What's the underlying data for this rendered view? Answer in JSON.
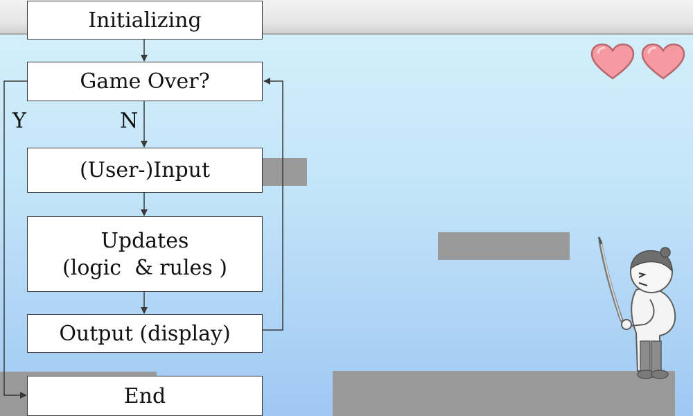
{
  "flowchart": {
    "init": "Initializing",
    "game_over": "Game Over?",
    "input": "(User-)Input",
    "updates_line1": "Updates",
    "updates_line2": "(logic  & rules )",
    "output": "Output (display)",
    "end": "End",
    "yes_label": "Y",
    "no_label": "N"
  },
  "colors": {
    "sky_top": "#d6f1fb",
    "sky_bottom": "#9fc7f2",
    "platform": "#9a9a9a",
    "heart": "#f49aa0"
  },
  "game": {
    "hearts_visible": 2,
    "player": "samurai-with-katana"
  }
}
